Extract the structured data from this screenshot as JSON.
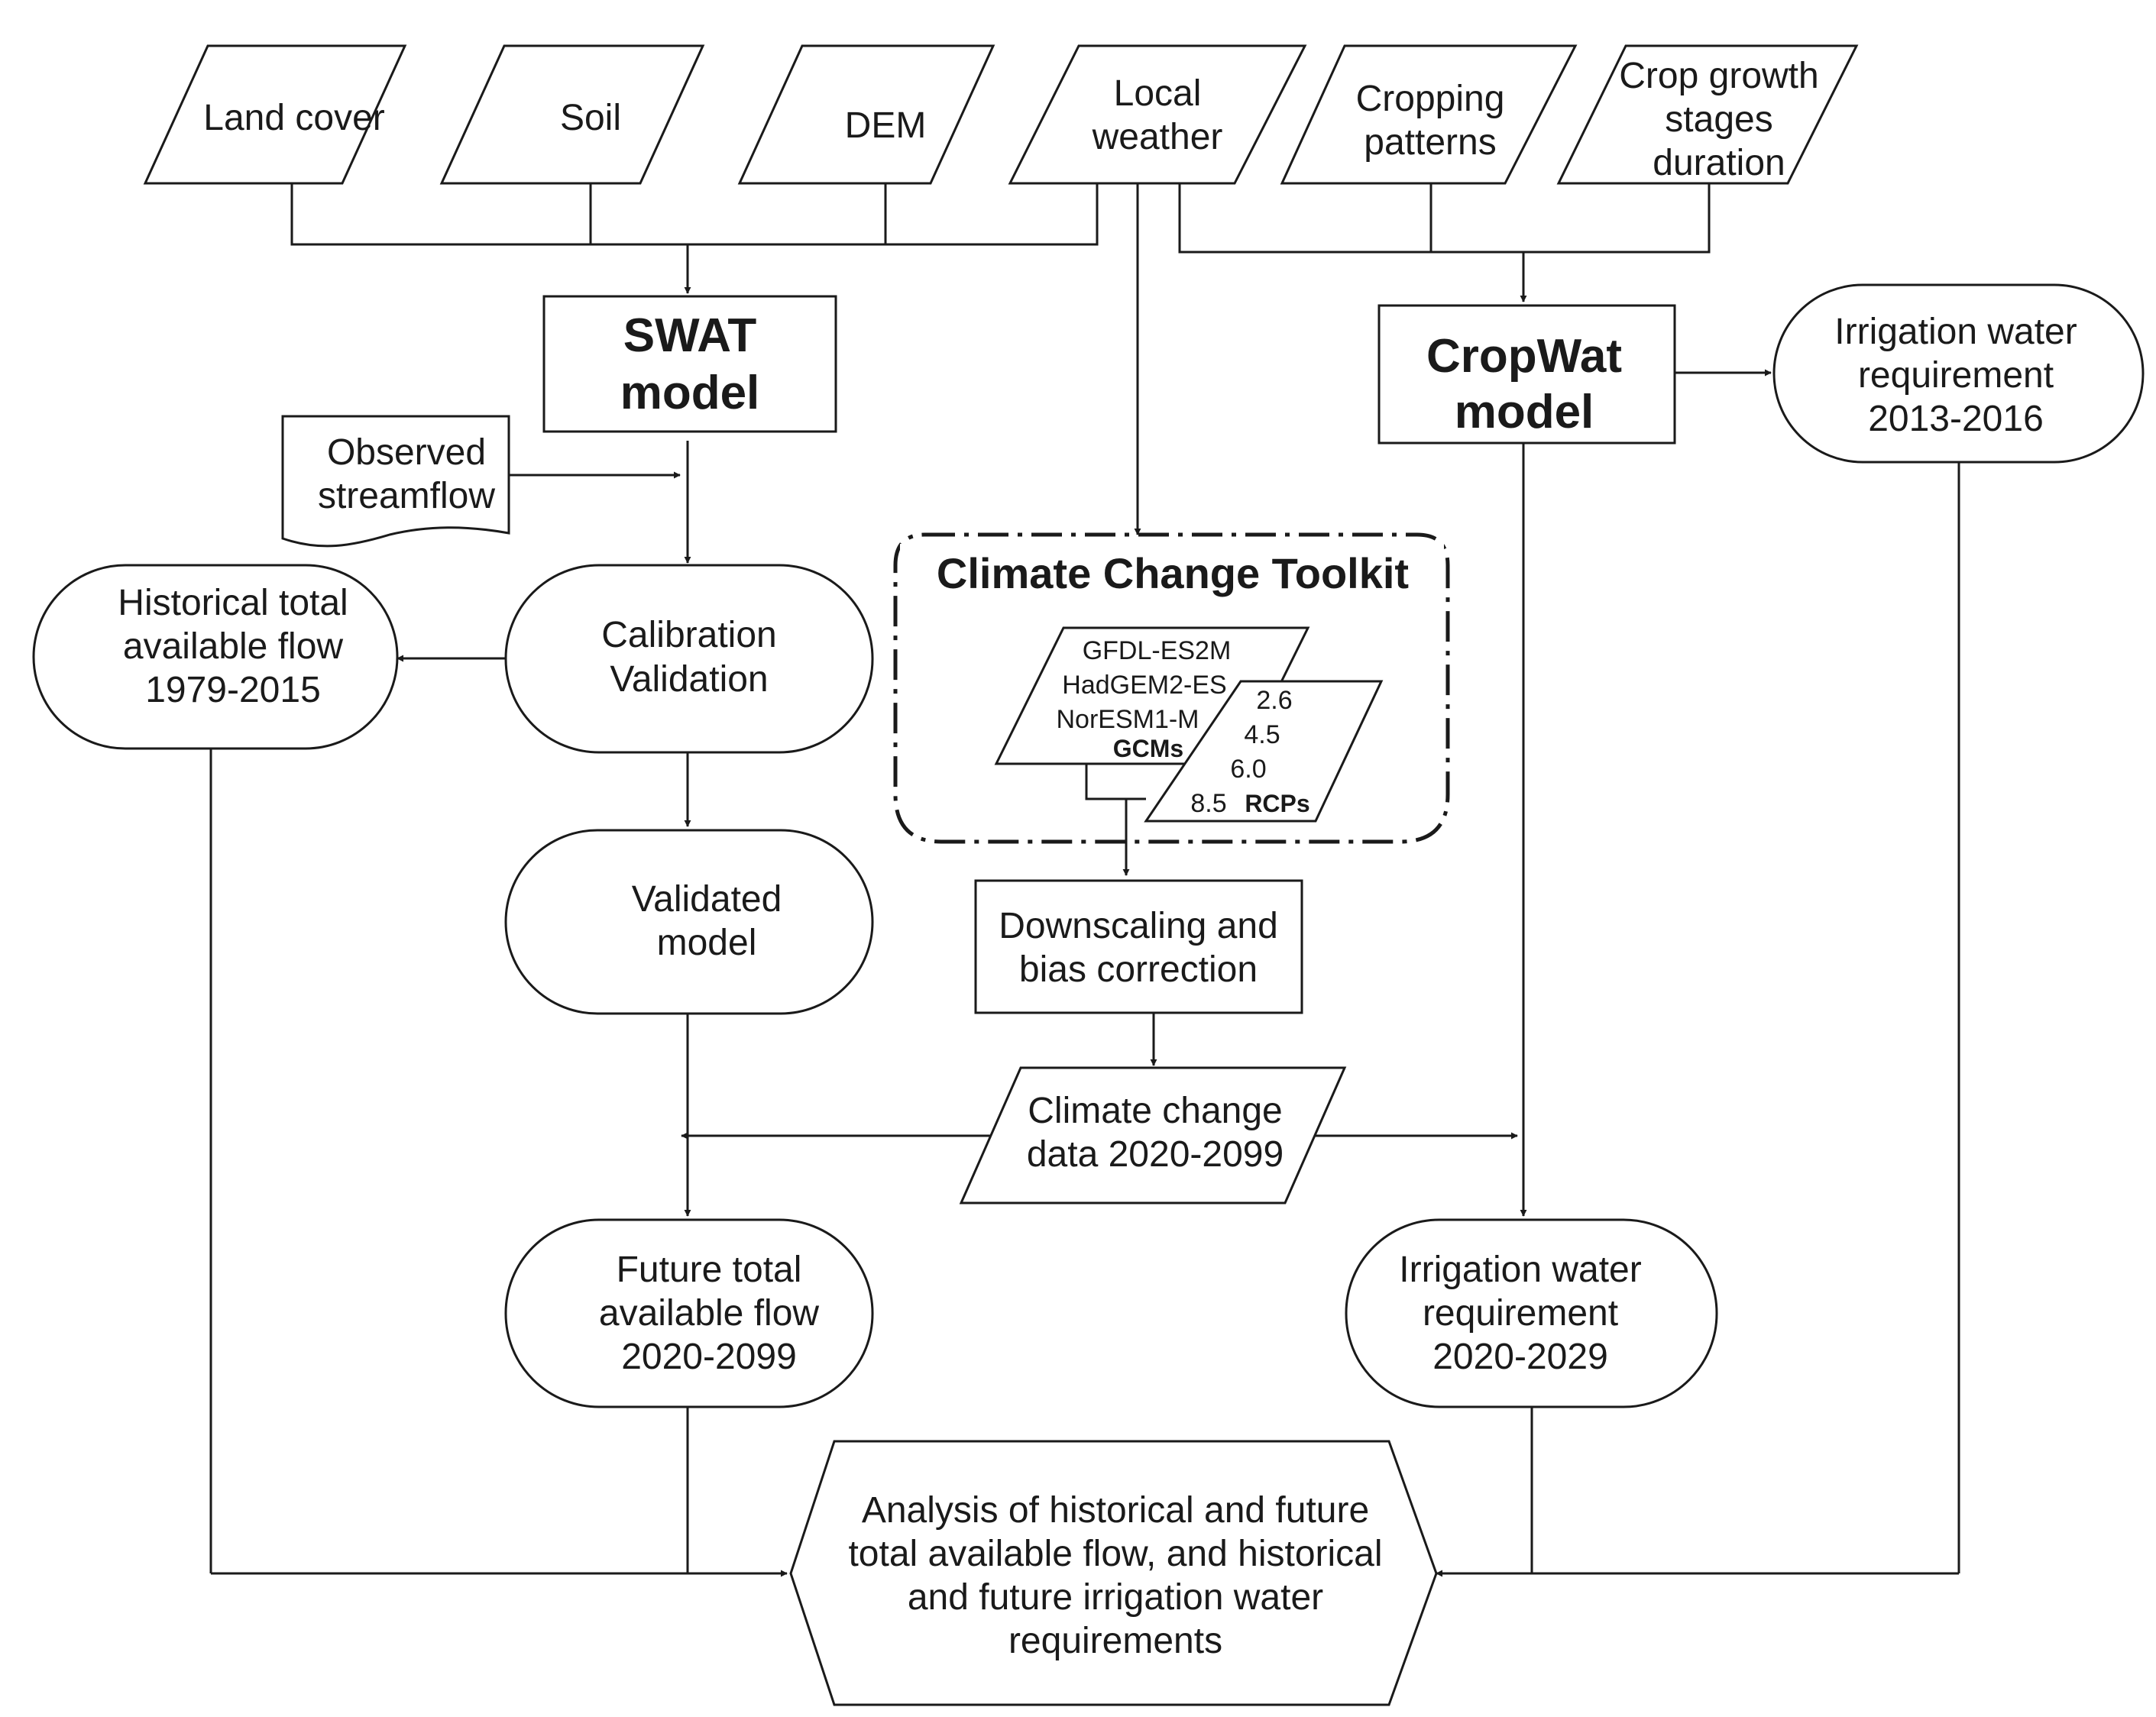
{
  "inputs": {
    "land_cover": "Land cover",
    "soil": "Soil",
    "dem": "DEM",
    "local_weather": [
      "Local",
      "weather"
    ],
    "cropping_patterns": [
      "Cropping",
      "patterns"
    ],
    "crop_growth": [
      "Crop growth",
      "stages",
      "duration"
    ]
  },
  "swat_model": [
    "SWAT",
    "model"
  ],
  "observed_streamflow": [
    "Observed",
    "streamflow"
  ],
  "calibration_validation": [
    "Calibration",
    "Validation"
  ],
  "historical_flow": [
    "Historical total",
    "available flow",
    "1979-2015"
  ],
  "validated_model": [
    "Validated",
    "model"
  ],
  "future_flow": [
    "Future total",
    "available flow",
    "2020-2099"
  ],
  "cropwat_model": [
    "CropWat",
    "model"
  ],
  "irrigation_historical": [
    "Irrigation water",
    "requirement",
    "2013-2016"
  ],
  "irrigation_future": [
    "Irrigation water",
    "requirement",
    "2020-2029"
  ],
  "toolkit": {
    "title": "Climate Change Toolkit",
    "gcms": [
      "GFDL-ES2M",
      "HadGEM2-ES",
      "NorESM1-M"
    ],
    "gcms_label": "GCMs",
    "rcps": [
      "2.6",
      "4.5",
      "6.0",
      "8.5"
    ],
    "rcps_label": "RCPs"
  },
  "downscaling": [
    "Downscaling and",
    "bias correction"
  ],
  "climate_data": [
    "Climate change",
    "data 2020-2099"
  ],
  "analysis": [
    "Analysis of historical and future",
    "total available flow, and historical",
    "and future irrigation water",
    "requirements"
  ]
}
